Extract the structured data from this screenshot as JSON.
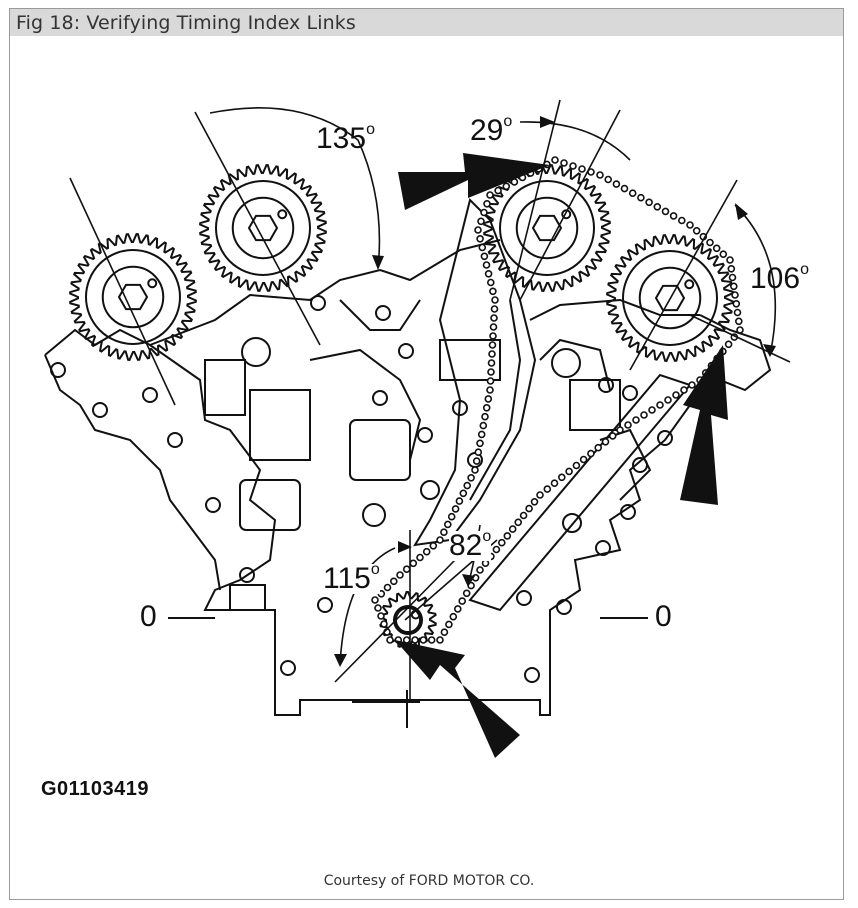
{
  "figure": {
    "caption": "Fig 18: Verifying Timing Index Links",
    "angle_labels": {
      "a135": "135",
      "a29": "29",
      "a106": "106",
      "a82": "82",
      "a115": "115"
    },
    "degree_symbol": "o",
    "zero_left": "0",
    "zero_right": "0",
    "figure_code": "G01103419",
    "credit": "Courtesy of FORD MOTOR CO."
  }
}
